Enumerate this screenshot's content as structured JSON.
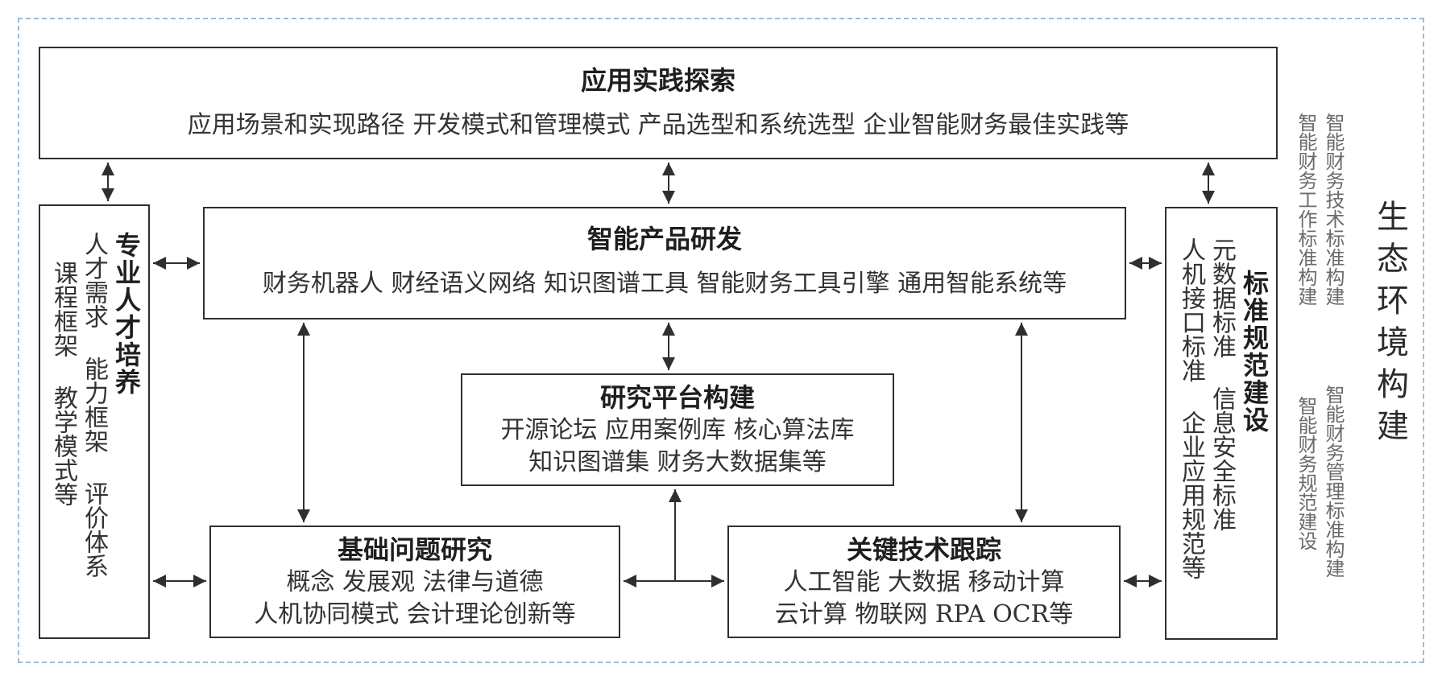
{
  "diagram": {
    "application": {
      "title": "应用实践探索",
      "line": "应用场景和实现路径  开发模式和管理模式  产品选型和系统选型  企业智能财务最佳实践等"
    },
    "product": {
      "title": "智能产品研发",
      "line": "财务机器人 财经语义网络 知识图谱工具 智能财务工具引擎 通用智能系统等"
    },
    "platform": {
      "title": "研究平台构建",
      "line1": "开源论坛  应用案例库  核心算法库",
      "line2": "知识图谱集  财务大数据集等"
    },
    "basic": {
      "title": "基础问题研究",
      "line1": "概念  发展观  法律与道德",
      "line2": "人机协同模式  会计理论创新等"
    },
    "tech": {
      "title": "关键技术跟踪",
      "line1": "人工智能  大数据  移动计算",
      "line2": "云计算  物联网  RPA  OCR等"
    },
    "talent": {
      "title": "专业人才培养",
      "col1": "人才需求  能力框架  评价体系",
      "col2": "课程框架  教学模式等"
    },
    "standard": {
      "title": "标准规范建设",
      "col1": "元数据标准  信息安全标准",
      "col2": "人机接口标准  企业应用规范等"
    },
    "side": {
      "col1": "智能财务技术标准构建",
      "col2": "智能财务工作标准构建",
      "col3": "智能财务管理标准构建",
      "col4": "智能财务规范建设"
    },
    "ecosystem": "生态环境构建"
  }
}
